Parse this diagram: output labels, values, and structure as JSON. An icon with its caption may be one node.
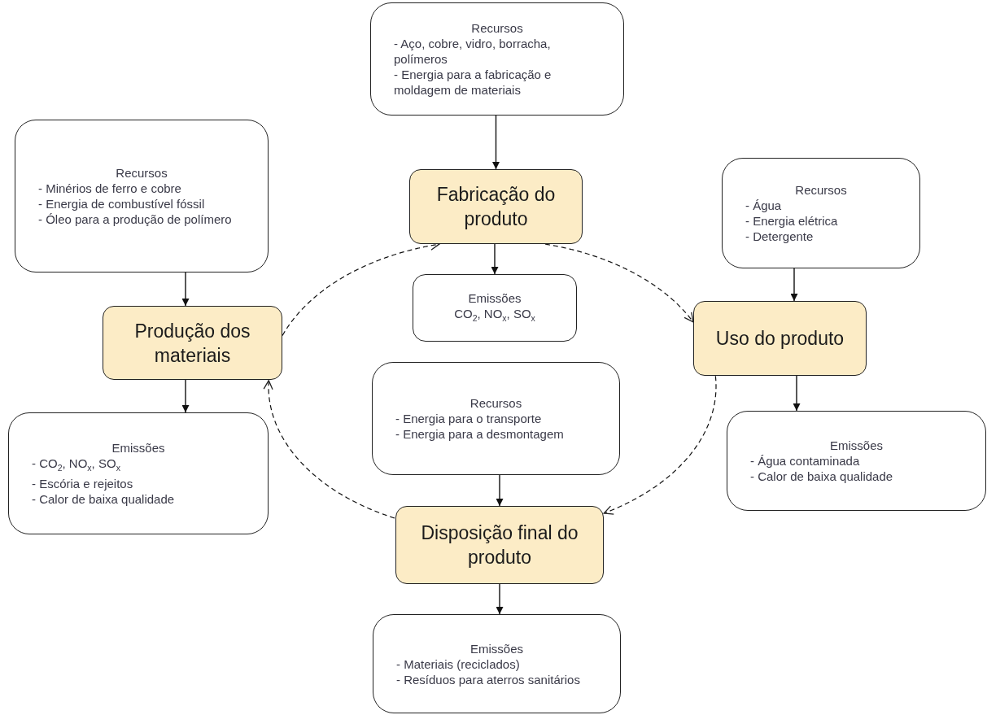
{
  "diagram": {
    "nodes": [
      {
        "text": [
          "Recursos",
          "- Minérios de ferro e cobre",
          "- Energia de combustível fóssil",
          "- Óleo para a produção de polímero"
        ]
      },
      {
        "text": [
          "Produção dos materiais"
        ]
      },
      {
        "text": [
          "Emissões",
          "- CO$_{2}$, NO$_{x}$, SO$_{x}$",
          "- Escória e rejeitos",
          "- Calor de baixa qualidade"
        ]
      },
      {
        "text": [
          "Recursos",
          "- Aço, cobre, vidro, borracha, polímeros",
          "- Energia para a fabricação e moldagem de materiais"
        ]
      },
      {
        "text": [
          "Fabricação do produto"
        ]
      },
      {
        "text": [
          "Emissões",
          "CO$_{2}$, NO$_{x}$, SO$_{x}$"
        ]
      },
      {
        "text": [
          "Recursos",
          "- Água",
          "- Energia elétrica",
          "- Detergente"
        ]
      },
      {
        "text": [
          "Uso do produto"
        ]
      },
      {
        "text": [
          "Emissões",
          "- Água contaminada",
          "- Calor de baixa qualidade"
        ]
      },
      {
        "text": [
          "Recursos",
          "- Energia para o transporte",
          "- Energia para a desmontagem"
        ]
      },
      {
        "text": [
          "Disposição final do produto"
        ]
      },
      {
        "text": [
          "Emissões",
          "- Materiais (reciclados)",
          "- Resíduos para aterros sanitários"
        ]
      }
    ],
    "edges": [
      {
        "from": 0,
        "to": 1,
        "arrow": "to"
      },
      {
        "from": 1,
        "to": 2,
        "arrow": "to"
      },
      {
        "from": 3,
        "to": 4,
        "arrow": "to"
      },
      {
        "from": 4,
        "to": 5,
        "arrow": "to"
      },
      {
        "from": 6,
        "to": 7,
        "arrow": "to"
      },
      {
        "from": 7,
        "to": 8,
        "arrow": "to"
      },
      {
        "from": 9,
        "to": 10,
        "arrow": "to"
      },
      {
        "from": 10,
        "to": 11,
        "arrow": "to"
      },
      {
        "from": 1,
        "to": 4,
        "arrow": "to",
        "style": "dashed"
      },
      {
        "from": 4,
        "to": 7,
        "arrow": "to",
        "style": "dashed"
      },
      {
        "from": 7,
        "to": 10,
        "arrow": "to",
        "style": "dashed"
      },
      {
        "from": 10,
        "to": 1,
        "arrow": "to",
        "style": "dashed"
      }
    ]
  }
}
